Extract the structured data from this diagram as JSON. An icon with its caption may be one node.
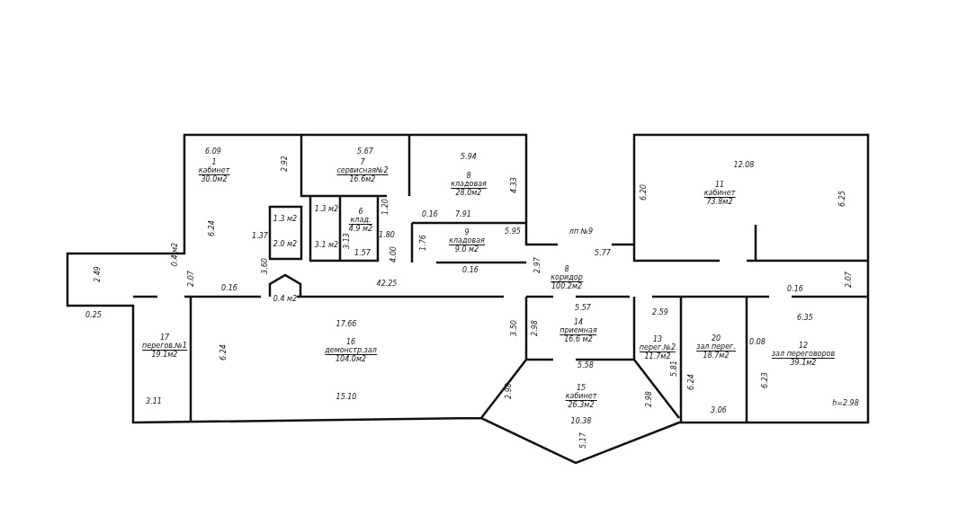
{
  "diagram": {
    "nodes": [
      {
        "text": [
          "1",
          "кабинет",
          "30.0м2"
        ]
      },
      {
        "text": [
          "7",
          "сервисная№2",
          "16.6м2"
        ]
      },
      {
        "text": [
          "8",
          "кладовая",
          "28.0м2"
        ]
      },
      {
        "text": [
          "11",
          "кабинет",
          "73.8м2"
        ]
      },
      {
        "text": [
          "1.3 м2"
        ]
      },
      {
        "text": [
          "1.3 м2"
        ]
      },
      {
        "text": [
          "6",
          "клад.",
          "4.9 м2"
        ]
      },
      {
        "text": [
          "2.0 м2"
        ]
      },
      {
        "text": [
          "3.1 м2"
        ]
      },
      {
        "text": [
          "9",
          "кладовая",
          "9.0 м2"
        ]
      },
      {
        "text": [
          "8",
          "коридор",
          "100.2м2"
        ]
      },
      {
        "text": [
          "0.4 м2"
        ]
      },
      {
        "text": [
          "17",
          "перегов.№1",
          "19.1м2"
        ]
      },
      {
        "text": [
          "16",
          "демонстр.зал",
          "104.0м2"
        ]
      },
      {
        "text": [
          "14",
          "приемная",
          "16.6 м2"
        ]
      },
      {
        "text": [
          "13",
          "перег.№2",
          "11.7м2"
        ]
      },
      {
        "text": [
          "15",
          "кабинет",
          "26.3м2"
        ]
      },
      {
        "text": [
          "20",
          "зал перег.",
          "18.7м2"
        ]
      },
      {
        "text": [
          "12",
          "зал переговоров",
          "39.1м2"
        ]
      }
    ],
    "labels": [
      "6.09",
      "5.67",
      "5.94",
      "12.08",
      "2.92",
      "4.33",
      "6.20",
      "6.25",
      "0.16",
      "7.91",
      "1.20",
      "6.24",
      "5.95",
      "лп №9",
      "1.37",
      "3.13",
      "1.80",
      "1.76",
      "1.57",
      "0.4 м2",
      "4.00",
      "5.77",
      "3.60",
      "0.16",
      "2.97",
      "2.49",
      "2.07",
      "42.25",
      "2.07",
      "0.16",
      "0.16",
      "0.25",
      "5.57",
      "2.59",
      "6.35",
      "17.66",
      "3.50",
      "2.98",
      "0.08",
      "6.24",
      "5.58",
      "5.81",
      "6.24",
      "6.23",
      "2.98",
      "2.98",
      "3.11",
      "15.10",
      "3.06",
      "h=2.98",
      "10.38",
      "5.17"
    ]
  }
}
